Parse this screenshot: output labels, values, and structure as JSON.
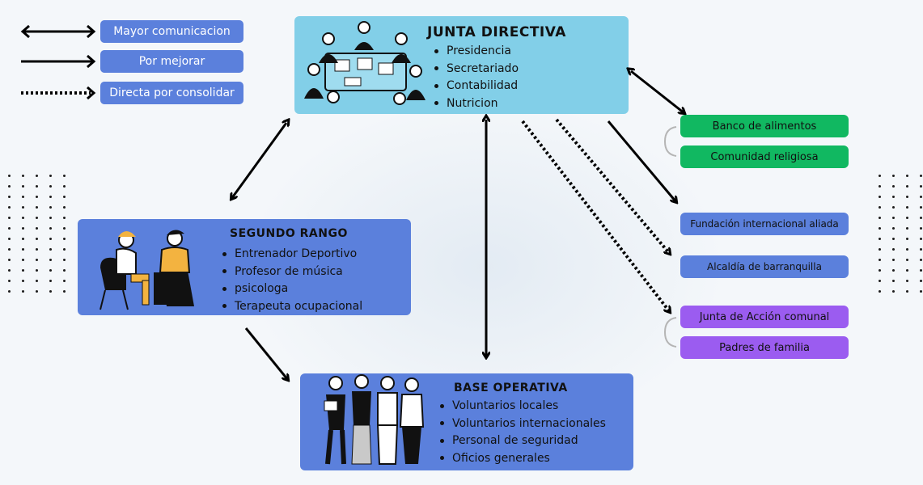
{
  "legend": [
    {
      "label": "Mayor comunicacion",
      "style": "double-arrow"
    },
    {
      "label": "Por mejorar",
      "style": "single-arrow"
    },
    {
      "label": "Directa por consolidar",
      "style": "dotted-arrow"
    }
  ],
  "junta": {
    "title": "JUNTA DIRECTIVA",
    "items": [
      "Presidencia",
      "Secretariado",
      "Contabilidad",
      "Nutricion"
    ]
  },
  "segundo": {
    "title": "SEGUNDO RANGO",
    "items": [
      "Entrenador Deportivo",
      "Profesor de música",
      "psicologa",
      "Terapeuta ocupacional"
    ]
  },
  "base": {
    "title": "BASE OPERATIVA",
    "items": [
      "Voluntarios locales",
      "Voluntarios internacionales",
      "Personal de seguridad",
      "Oficios generales"
    ]
  },
  "external": [
    {
      "label": "Banco de alimentos",
      "color": "#11b861"
    },
    {
      "label": "Comunidad religiosa",
      "color": "#11b861"
    },
    {
      "label": "Fundación internacional aliada",
      "color": "#5b80dc"
    },
    {
      "label": "Alcaldía de barranquilla",
      "color": "#5b80dc"
    },
    {
      "label": "Junta de Acción comunal",
      "color": "#9b5cf0"
    },
    {
      "label": "Padres de familia",
      "color": "#9b5cf0"
    }
  ],
  "colors": {
    "junta_box": "#82cfe8",
    "rank_box": "#5b80dc",
    "green": "#11b861",
    "purple": "#9b5cf0"
  }
}
